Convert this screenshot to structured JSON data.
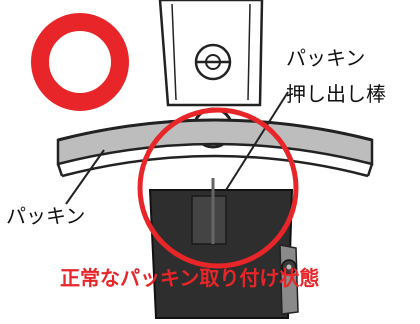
{
  "labels": {
    "gasket_push_rod_line1": "パッキン",
    "gasket_push_rod_line2": "押し出し棒",
    "gasket": "パッキン",
    "caption": "正常なパッキン取り付け状態"
  },
  "symbols": {
    "ok_mark": "red-circle-maru-icon"
  },
  "colors": {
    "ok_mark": "#e8262a",
    "highlight_circle": "#e8262a",
    "caption": "#e8262a",
    "line_art": "#222222",
    "housing_dark": "#2e2e2e",
    "gasket_ring": "#bdbdbd"
  }
}
